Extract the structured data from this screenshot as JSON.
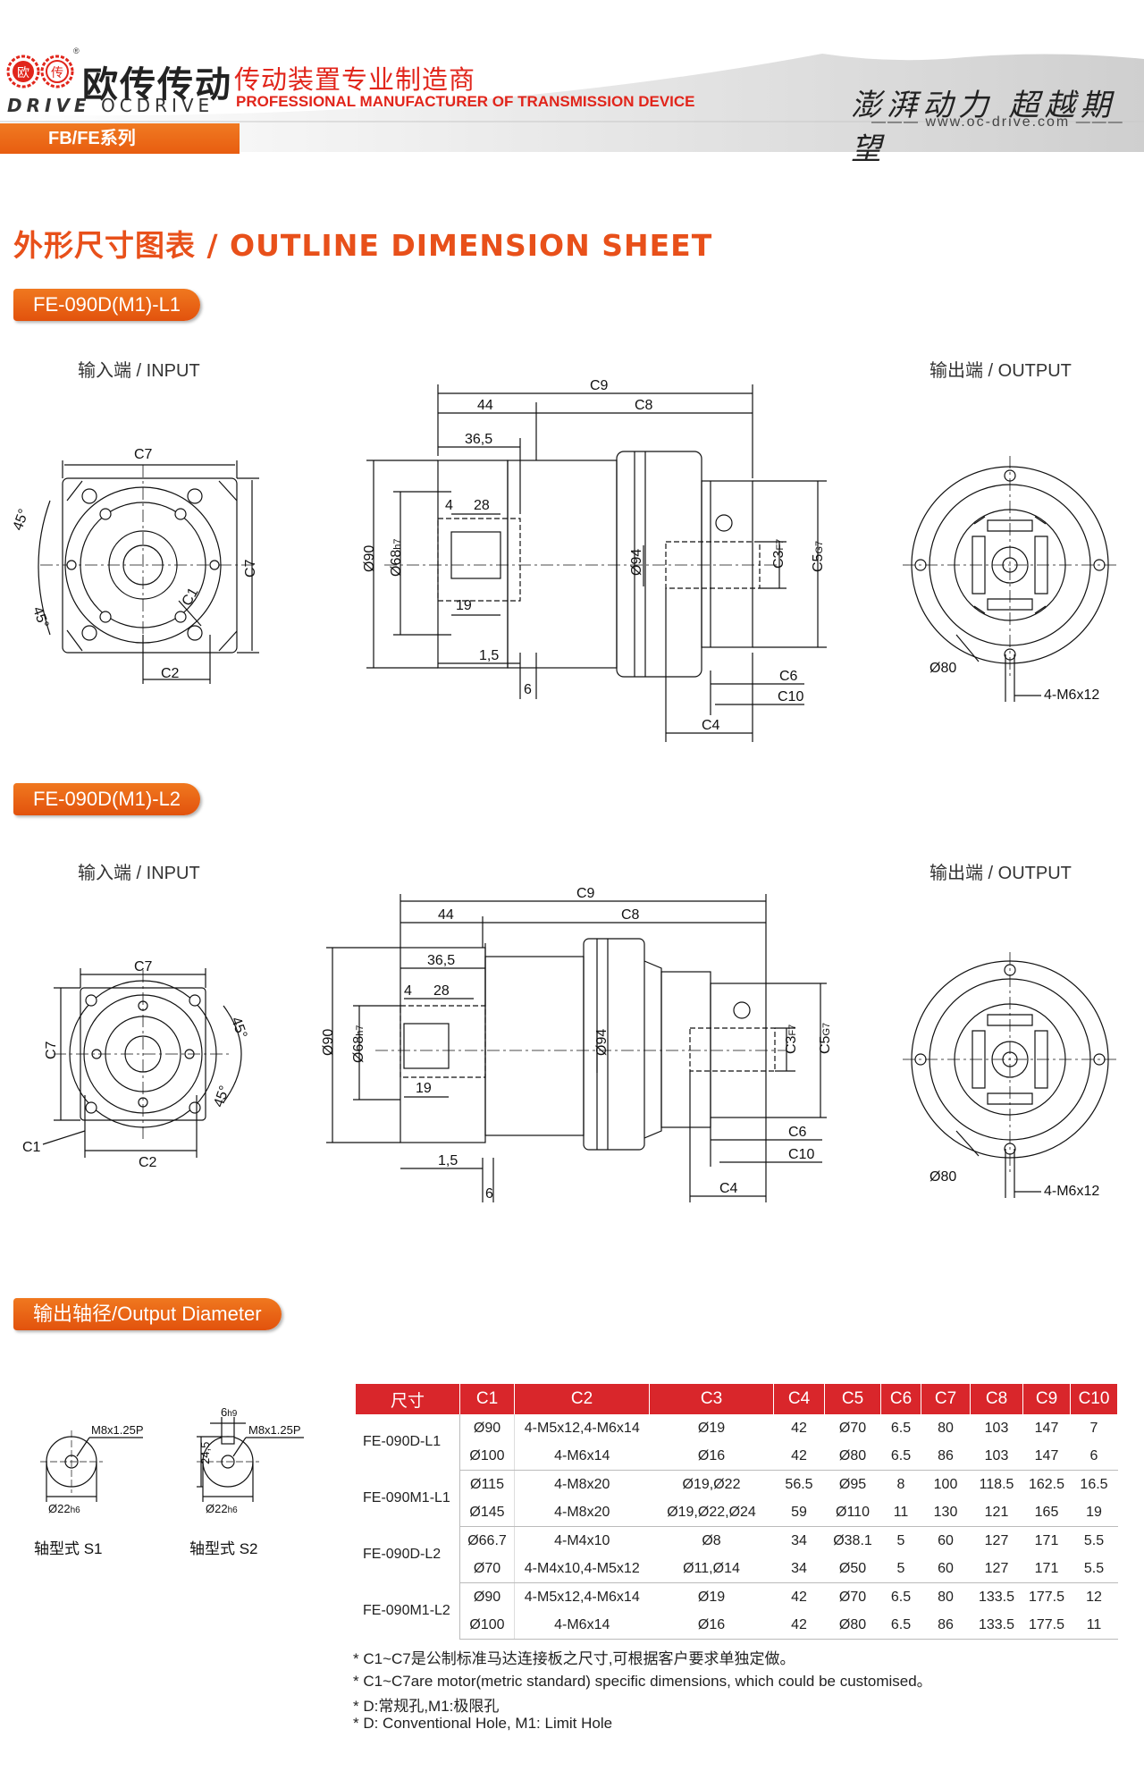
{
  "header": {
    "brand_cn": "欧传传动",
    "brand_en_a": "DRIVE",
    "brand_en_b": "OCDRIVE",
    "logo_text_left": "欧",
    "logo_text_right": "传",
    "slogan_cn": "传动装置专业制造商",
    "slogan_en": "PROFESSIONAL MANUFACTURER OF TRANSMISSION DEVICE",
    "motto": "澎湃动力 超越期望",
    "website": "www.oc-drive.com",
    "series": "FB/FE系列"
  },
  "title": "外形尺寸图表 / OUTLINE DIMENSION SHEET",
  "sections": {
    "l1": "FE-090D(M1)-L1",
    "l2": "FE-090D(M1)-L2",
    "output_diameter": "输出轴径/Output Diameter"
  },
  "labels": {
    "input": "输入端 / INPUT",
    "output": "输出端 / OUTPUT",
    "C1": "C1",
    "C2": "C2",
    "C3": "C3",
    "F7": "F7",
    "C4": "C4",
    "C5": "C5",
    "G7": "G7",
    "C6": "C6",
    "C7": "C7",
    "C8": "C8",
    "C9": "C9",
    "C10": "C10",
    "d44": "44",
    "d36_5": "36,5",
    "d4": "4",
    "d28": "28",
    "d19": "19",
    "d1_5": "1,5",
    "d6": "6",
    "phi90": "Ø90",
    "phi68": "Ø68",
    "h7": "h7",
    "phi94": "Ø94",
    "phi80": "Ø80",
    "m6": "4-M6x12",
    "deg45": "45°",
    "m8": "M8x1.25P",
    "phi22": "Ø22",
    "h6": "h6",
    "h9": "h9",
    "six": "6",
    "d24_5": "24,5",
    "s1": "轴型式 S1",
    "s2": "轴型式 S2"
  },
  "table": {
    "headers": [
      "尺寸",
      "C1",
      "C2",
      "C3",
      "C4",
      "C5",
      "C6",
      "C7",
      "C8",
      "C9",
      "C10"
    ],
    "groups": [
      {
        "model": "FE-090D-L1",
        "rows": [
          [
            "Ø90",
            "4-M5x12,4-M6x14",
            "Ø19",
            "42",
            "Ø70",
            "6.5",
            "80",
            "103",
            "147",
            "7"
          ],
          [
            "Ø100",
            "4-M6x14",
            "Ø16",
            "42",
            "Ø80",
            "6.5",
            "86",
            "103",
            "147",
            "6"
          ]
        ]
      },
      {
        "model": "FE-090M1-L1",
        "rows": [
          [
            "Ø115",
            "4-M8x20",
            "Ø19,Ø22",
            "56.5",
            "Ø95",
            "8",
            "100",
            "118.5",
            "162.5",
            "16.5"
          ],
          [
            "Ø145",
            "4-M8x20",
            "Ø19,Ø22,Ø24",
            "59",
            "Ø110",
            "11",
            "130",
            "121",
            "165",
            "19"
          ]
        ]
      },
      {
        "model": "FE-090D-L2",
        "rows": [
          [
            "Ø66.7",
            "4-M4x10",
            "Ø8",
            "34",
            "Ø38.1",
            "5",
            "60",
            "127",
            "171",
            "5.5"
          ],
          [
            "Ø70",
            "4-M4x10,4-M5x12",
            "Ø11,Ø14",
            "34",
            "Ø50",
            "5",
            "60",
            "127",
            "171",
            "5.5"
          ]
        ]
      },
      {
        "model": "FE-090M1-L2",
        "rows": [
          [
            "Ø90",
            "4-M5x12,4-M6x14",
            "Ø19",
            "42",
            "Ø70",
            "6.5",
            "80",
            "133.5",
            "177.5",
            "12"
          ],
          [
            "Ø100",
            "4-M6x14",
            "Ø16",
            "42",
            "Ø80",
            "6.5",
            "86",
            "133.5",
            "177.5",
            "11"
          ]
        ]
      }
    ]
  },
  "notes": [
    "* C1~C7是公制标准马达连接板之尺寸,可根据客户要求单独定做。",
    "* C1~C7are motor(metric standard)  specific dimensions, which could be customised。",
    "* D:常规孔,M1:极限孔",
    "* D: Conventional Hole, M1: Limit Hole"
  ],
  "colors": {
    "accent": "#e8501a",
    "table_header": "#d9262b",
    "header_grey": "#d6d6d6"
  }
}
